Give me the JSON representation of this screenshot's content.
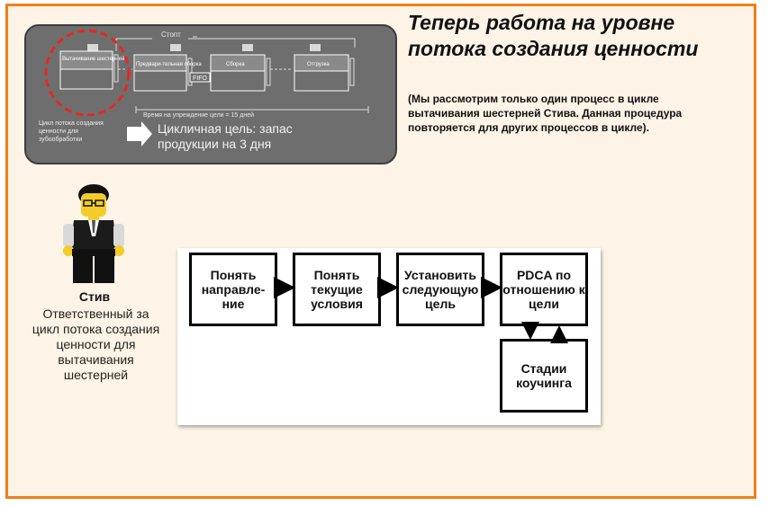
{
  "title": "Теперь работа на уровне потока создания ценности",
  "note": "(Мы рассмотрим только один процесс в цикле вытачивания шестерней Стива. Данная процедура повторяется для других процессов в цикле).",
  "vsm": {
    "customer_label": "Стопт",
    "process_labels": [
      "Вытачивание шестерней",
      "Предвари-тельная сборка",
      "Сборка",
      "Отгрузка"
    ],
    "fifo_label": "FIFO",
    "timeline_label": "Время на упреждение цели = 15 дней",
    "cycle_label": "Цикл потока создания ценности для зубообработки",
    "target_label": "Цикличная цель: запас продукции на 3 дня"
  },
  "person": {
    "name": "Стив",
    "role": "Ответственный за цикл потока создания ценности для вытачивания шестерней"
  },
  "flow": {
    "steps": [
      "Понять направле-ние",
      "Понять текущие условия",
      "Установить следующую цель",
      "PDCA по отношению к цели"
    ],
    "coaching": "Стадии коучинга"
  },
  "colors": {
    "border": "#f07f1a",
    "background": "#fdf3e6",
    "vsm_panel": "#6e6e6e",
    "highlight": "#e6261f"
  }
}
